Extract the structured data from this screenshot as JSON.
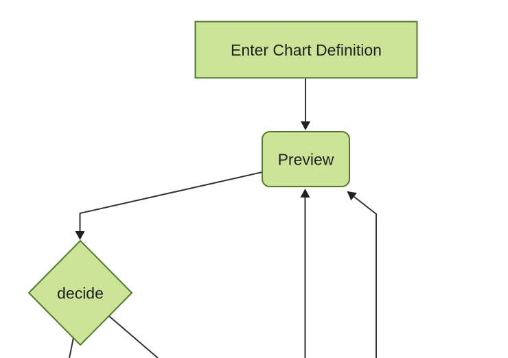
{
  "colors": {
    "background": "#ffffff",
    "node_fill": "#cde498",
    "node_border": "#4f7a2d",
    "line_color": "#333333",
    "arrow_color": "#222222",
    "text_color": "#1f1f1f"
  },
  "diagram": {
    "type": "flowchart",
    "direction": "top-down",
    "nodes": [
      {
        "id": "enter-chart-definition",
        "label": "Enter Chart Definition",
        "shape": "rectangle"
      },
      {
        "id": "preview",
        "label": "Preview",
        "shape": "rounded-rectangle"
      },
      {
        "id": "decide",
        "label": "decide",
        "shape": "diamond"
      }
    ],
    "edges": [
      {
        "from": "enter-chart-definition",
        "to": "preview",
        "arrowhead": true
      },
      {
        "from": "preview",
        "to": "decide",
        "arrowhead": true
      },
      {
        "from": "offscreen-bottom",
        "to": "preview",
        "arrowhead": true
      },
      {
        "from": "offscreen-bottom-right",
        "to": "preview",
        "arrowhead": true
      },
      {
        "from": "decide",
        "to": "offscreen-bottom-left",
        "arrowhead": false
      },
      {
        "from": "decide",
        "to": "offscreen-bottom-right",
        "arrowhead": false
      }
    ]
  }
}
